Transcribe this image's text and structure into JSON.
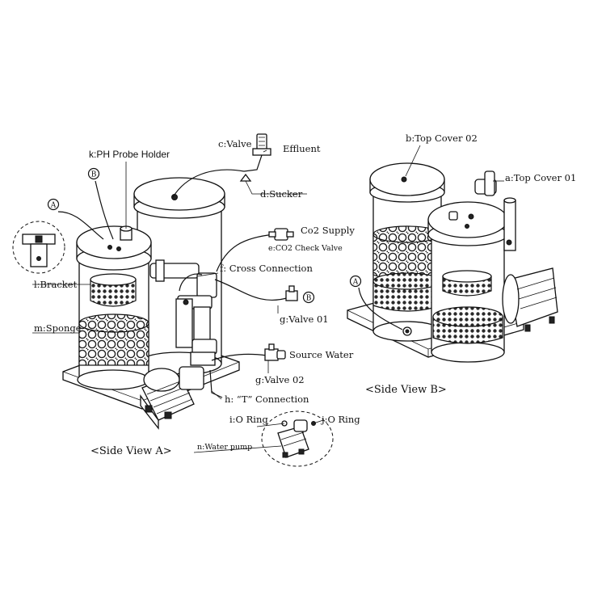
{
  "labels": {
    "k": "k:PH Probe Holder",
    "c": "c:Valve",
    "effluent": "Effluent",
    "d": "d:Sucker",
    "co2_supply": "Co2 Supply",
    "e": "e:CO2 Check Valve",
    "f": "f: Cross Connection",
    "l": "l:Bracket",
    "m": "m:Sponge",
    "g1": "g:Valve 01",
    "source_water": "Source Water",
    "g2": "g:Valve 02",
    "h": "h:  “T”  Connection",
    "i": "i:O Ring",
    "j": "j:O Ring",
    "n": "n:Water pump",
    "b": "b:Top Cover 02",
    "a": "a:Top Cover 01"
  },
  "markers": {
    "A": "A",
    "B": "B"
  },
  "views": {
    "side_a": "<Side View A>",
    "side_b": "<Side View B>"
  }
}
